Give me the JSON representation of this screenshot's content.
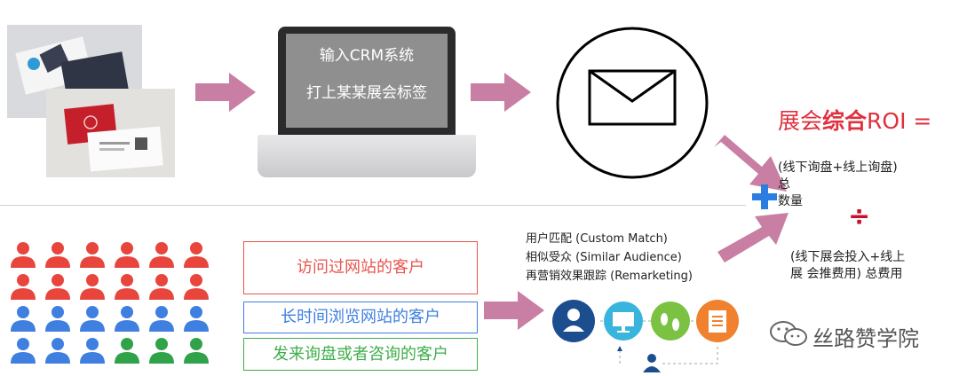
{
  "laptop": {
    "line1": "输入CRM系统",
    "line2": "打上某某展会标签"
  },
  "roi": {
    "title_prefix": "展会",
    "title_bold": "综合",
    "title_suffix": "ROI =",
    "numerator_line1": "(线下询盘+线上询盘)",
    "numerator_line2": "总",
    "numerator_line3": "数量",
    "divide_symbol": "÷",
    "plus_symbol": "+",
    "denominator_line1": "(线下展会投入+线上",
    "denominator_line2": "展  会推费用) 总费用"
  },
  "audience_boxes": {
    "visited": "访问过网站的客户",
    "long_browse": "长时间浏览网站的客户",
    "inquired": "发来询盘或者咨询的客户"
  },
  "matching": {
    "line1": "用户匹配 (Custom Match)",
    "line2": "相似受众 (Similar Audience)",
    "line3": "再营销效果跟踪 (Remarketing)"
  },
  "brand": {
    "name": "丝路赞学院"
  },
  "colors": {
    "arrow": "#c97ea3",
    "roi_red": "#e0303e",
    "plus_blue": "#2a7de1",
    "divide_red": "#c8102e",
    "person_red": "#e8453c",
    "person_blue": "#3f7fe0",
    "person_green": "#30a24a",
    "icon_navy": "#1c4e8f",
    "icon_cyan": "#39b4dc",
    "icon_green": "#7cc242",
    "icon_orange": "#f0812e"
  },
  "people_grid": {
    "rows": [
      [
        "red",
        "red",
        "red",
        "red",
        "red",
        "red"
      ],
      [
        "red",
        "red",
        "red",
        "red",
        "red",
        "red"
      ],
      [
        "blue",
        "blue",
        "blue",
        "blue",
        "blue",
        "blue"
      ],
      [
        "blue",
        "blue",
        "blue",
        "green",
        "green",
        "green"
      ]
    ]
  },
  "icons": [
    "person-icon",
    "monitor-icon",
    "footprints-icon",
    "document-icon"
  ]
}
